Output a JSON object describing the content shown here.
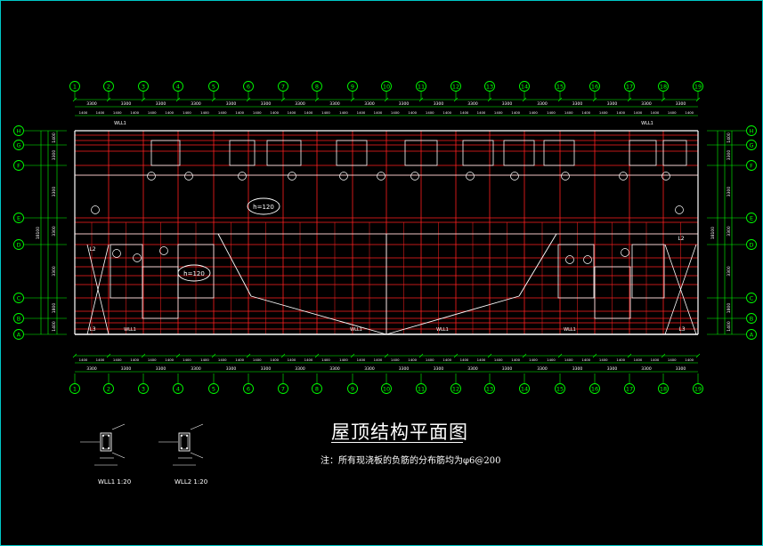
{
  "drawing": {
    "title": "屋顶结构平面图",
    "note": "注：所有现浇板的负筋的分布筋均为φ6@200",
    "colors": {
      "background": "#000000",
      "frame": "#00c8c8",
      "axis_bubble": "#00ff00",
      "beam": "#ff2020",
      "wall": "#ffffff",
      "dim": "#00ff00",
      "text": "#ffffff",
      "label": "#ffff00"
    }
  },
  "grid": {
    "columns": [
      "1",
      "2",
      "3",
      "4",
      "5",
      "6",
      "7",
      "8",
      "9",
      "10",
      "11",
      "12",
      "13",
      "14",
      "15",
      "16",
      "17",
      "18",
      "19"
    ],
    "rows": [
      "H",
      "G",
      "F",
      "E",
      "D",
      "C",
      "B",
      "A"
    ]
  },
  "dimensions": {
    "top_major": [
      "3300",
      "3300",
      "3300",
      "3300",
      "3300",
      "3300",
      "3300",
      "3300",
      "3300",
      "3300",
      "3300",
      "3300",
      "3300",
      "3300",
      "3300",
      "3300",
      "3300",
      "3300"
    ],
    "bottom_major": [
      "3300",
      "3300",
      "3300",
      "3300",
      "3300",
      "3300",
      "3300",
      "3300",
      "3300",
      "3300",
      "3300",
      "3300",
      "3300",
      "3300",
      "3300",
      "3300",
      "3300",
      "3300"
    ],
    "left": [
      "1400",
      "3300",
      "3300",
      "3300",
      "3300",
      "1800",
      "1400"
    ],
    "right": [
      "1400",
      "3300",
      "3300",
      "3300",
      "3300",
      "1800",
      "1400"
    ],
    "left_total": "18100",
    "right_total": "18100"
  },
  "labels": {
    "slab_a": "h=120",
    "slab_b": "h=120",
    "wall_l1": "WLL1",
    "wall_l2": "L2",
    "wall_l3": "L3"
  },
  "details": [
    {
      "name": "WLL1",
      "suffix": "1:20"
    },
    {
      "name": "WLL2",
      "suffix": "1:20"
    }
  ]
}
